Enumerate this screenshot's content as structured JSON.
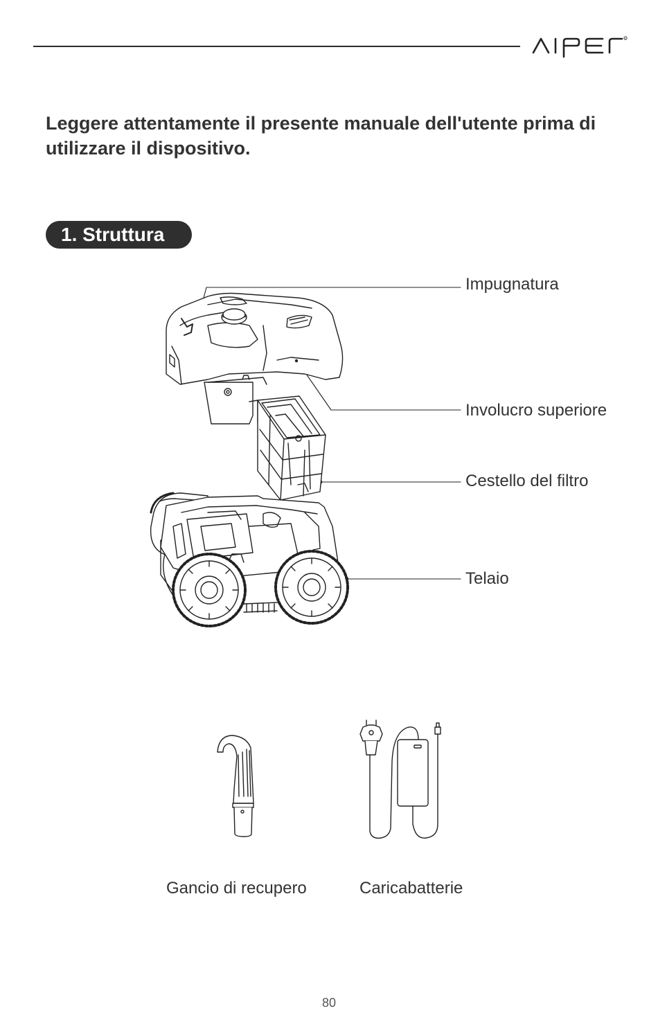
{
  "header": {
    "brand": "AIPER",
    "brand_mark": "®"
  },
  "intro_text": "Leggere attentamente il presente manuale dell'utente prima di utilizzare il dispositivo.",
  "section": {
    "title": "1. Struttura"
  },
  "structure_labels": {
    "handle": "Impugnatura",
    "top_cover": "Involucro superiore",
    "filter_basket": "Cestello del filtro",
    "chassis": "Telaio"
  },
  "accessories": [
    {
      "label": "Gancio di recupero",
      "icon": "retrieval-hook-icon"
    },
    {
      "label": "Caricabatterie",
      "icon": "charger-icon"
    }
  ],
  "footer": {
    "page_number": "80"
  }
}
